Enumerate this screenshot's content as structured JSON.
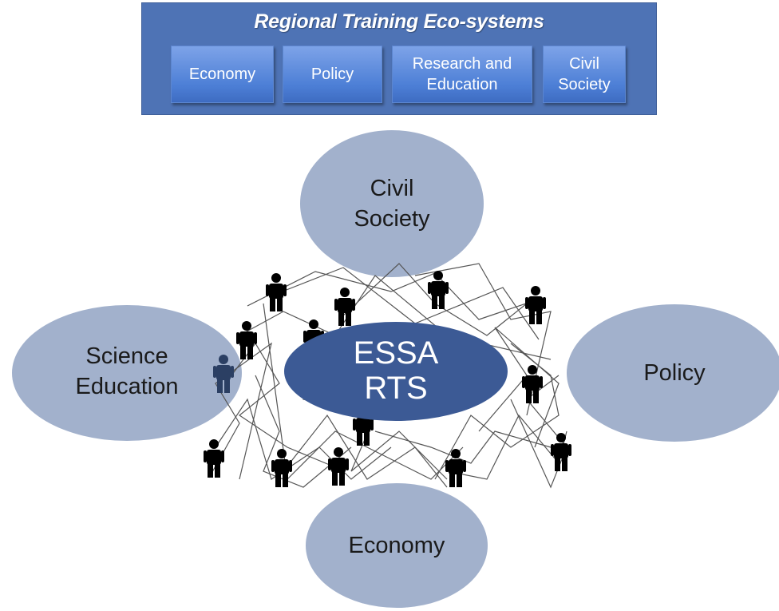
{
  "banner": {
    "title": "Regional Training Eco-systems",
    "boxes": [
      {
        "label": "Economy"
      },
      {
        "label": "Policy"
      },
      {
        "label": "Research and\nEducation"
      },
      {
        "label": "Civil\nSociety"
      }
    ]
  },
  "network": {
    "core_label": "ESSA\nRTS",
    "domains": [
      {
        "label": "Civil\nSociety"
      },
      {
        "label": "Science\nEducation"
      },
      {
        "label": "Policy"
      },
      {
        "label": "Economy"
      }
    ]
  },
  "colors": {
    "banner": "#4e73b5",
    "chip": "#5b8ae0",
    "ellipse": "#a2b1cc",
    "core": "#3c5a95",
    "person": "#000000"
  }
}
